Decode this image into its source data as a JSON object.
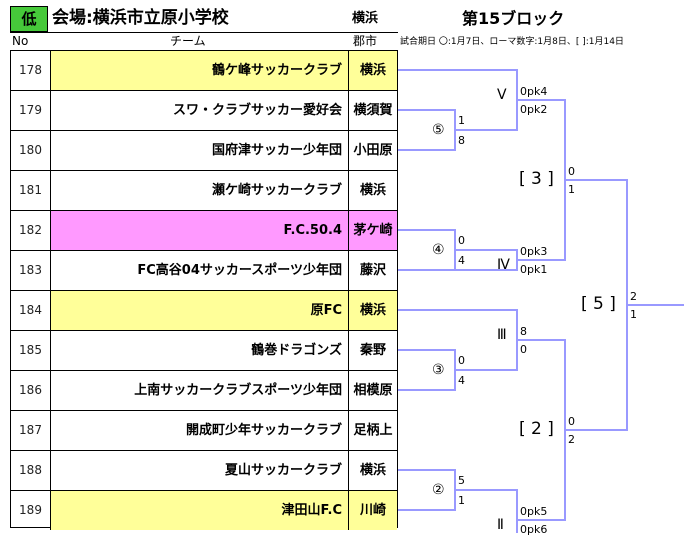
{
  "header": {
    "badge": "低",
    "venue": "会場:横浜市立原小学校",
    "city_label": "横浜",
    "block": "第15ブロック"
  },
  "columns": {
    "no": "No",
    "team": "チーム",
    "city": "郡市"
  },
  "legend": "試合期日 〇:1月7日、ローマ数字:1月8日、[ ]:1月14日",
  "teams": [
    {
      "no": "178",
      "name": "鶴ケ峰サッカークラブ",
      "city": "横浜",
      "highlight": "yellow"
    },
    {
      "no": "179",
      "name": "スワ・クラブサッカー愛好会",
      "city": "横須賀",
      "highlight": "none"
    },
    {
      "no": "180",
      "name": "国府津サッカー少年団",
      "city": "小田原",
      "highlight": "none"
    },
    {
      "no": "181",
      "name": "瀬ケ崎サッカークラブ",
      "city": "横浜",
      "highlight": "none"
    },
    {
      "no": "182",
      "name": "F.C.50.4",
      "city": "茅ケ崎",
      "highlight": "pink"
    },
    {
      "no": "183",
      "name": "FC高谷04サッカースポーツ少年団",
      "city": "藤沢",
      "highlight": "none"
    },
    {
      "no": "184",
      "name": "原FC",
      "city": "横浜",
      "highlight": "yellow"
    },
    {
      "no": "185",
      "name": "鶴巻ドラゴンズ",
      "city": "秦野",
      "highlight": "none"
    },
    {
      "no": "186",
      "name": "上南サッカークラブスポーツ少年団",
      "city": "相模原",
      "highlight": "none"
    },
    {
      "no": "187",
      "name": "開成町少年サッカークラブ",
      "city": "足柄上",
      "highlight": "none"
    },
    {
      "no": "188",
      "name": "夏山サッカークラブ",
      "city": "横浜",
      "highlight": "none"
    },
    {
      "no": "189",
      "name": "津田山F.C",
      "city": "川崎",
      "highlight": "yellow"
    }
  ],
  "bracket": {
    "line_color": "#9999ff",
    "match_5": {
      "label": "⑤",
      "score_top": "1",
      "score_bottom": "8"
    },
    "match_4": {
      "label": "④",
      "score_top": "0",
      "score_bottom": "4"
    },
    "match_3": {
      "label": "③",
      "score_top": "0",
      "score_bottom": "4"
    },
    "match_2": {
      "label": "②",
      "score_top": "5",
      "score_bottom": "1"
    },
    "match_V": {
      "label": "Ⅴ",
      "score_top": "0pk4",
      "score_bottom": "0pk2"
    },
    "match_IV": {
      "label": "Ⅳ",
      "score_top": "0pk3",
      "score_bottom": "0pk1"
    },
    "match_III": {
      "label": "Ⅲ",
      "score_top": "8",
      "score_bottom": "0"
    },
    "match_II": {
      "label": "Ⅱ",
      "score_top": "0pk5",
      "score_bottom": "0pk6"
    },
    "semi_3": {
      "label": "[ 3 ]",
      "score_top": "0",
      "score_bottom": "1"
    },
    "semi_2": {
      "label": "[ 2 ]",
      "score_top": "0",
      "score_bottom": "2"
    },
    "final_5": {
      "label": "[ 5 ]",
      "score_top": "2",
      "score_bottom": "1"
    }
  }
}
